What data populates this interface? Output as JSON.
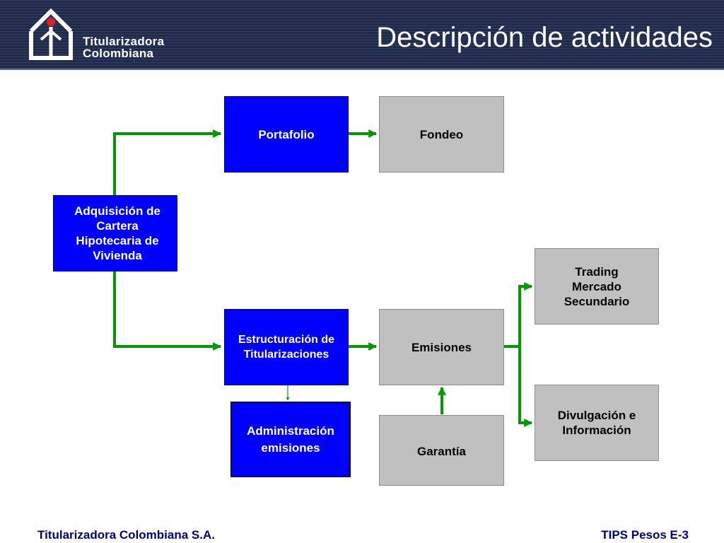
{
  "header": {
    "logo": {
      "line1": "Titularizadora",
      "line2": "Colombiana"
    },
    "title": "Descripción de actividades"
  },
  "diagram": {
    "nodes": {
      "adquisicion": "Adquisición de\nCartera\nHipotecaria de\nVivienda",
      "portafolio": "Portafolio",
      "fondeo": "Fondeo",
      "estructuracion": "Estructuración de\nTitularizaciones",
      "emisiones": "Emisiones",
      "administracion": "Administración\nemisiones",
      "garantia": "Garantía",
      "trading": "Trading\nMercado\nSecundario",
      "divulgacion": "Divulgación e\nInformación"
    },
    "colors": {
      "blue_box": "#0000ff",
      "gray_box": "#c0c0c0",
      "arrow": "#009900",
      "header": "#1e2b4c"
    }
  },
  "footer": {
    "left": "Titularizadora Colombiana S.A.",
    "right": "TIPS Pesos E-3"
  }
}
